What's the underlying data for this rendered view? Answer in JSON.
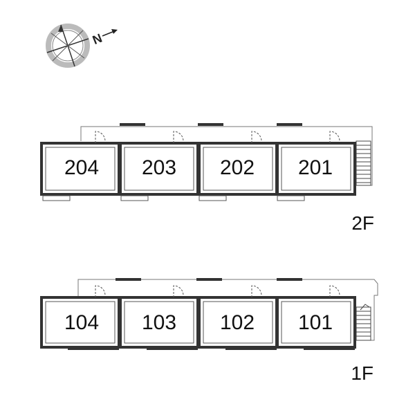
{
  "compass": {
    "label": "N",
    "icon": "compass-rose-icon"
  },
  "floors": [
    {
      "label": "2F",
      "rooms": [
        "204",
        "203",
        "202",
        "201"
      ]
    },
    {
      "label": "1F",
      "rooms": [
        "104",
        "103",
        "102",
        "101"
      ]
    }
  ],
  "colors": {
    "wall": "#333333",
    "thin": "#666666",
    "bg": "#ffffff"
  }
}
